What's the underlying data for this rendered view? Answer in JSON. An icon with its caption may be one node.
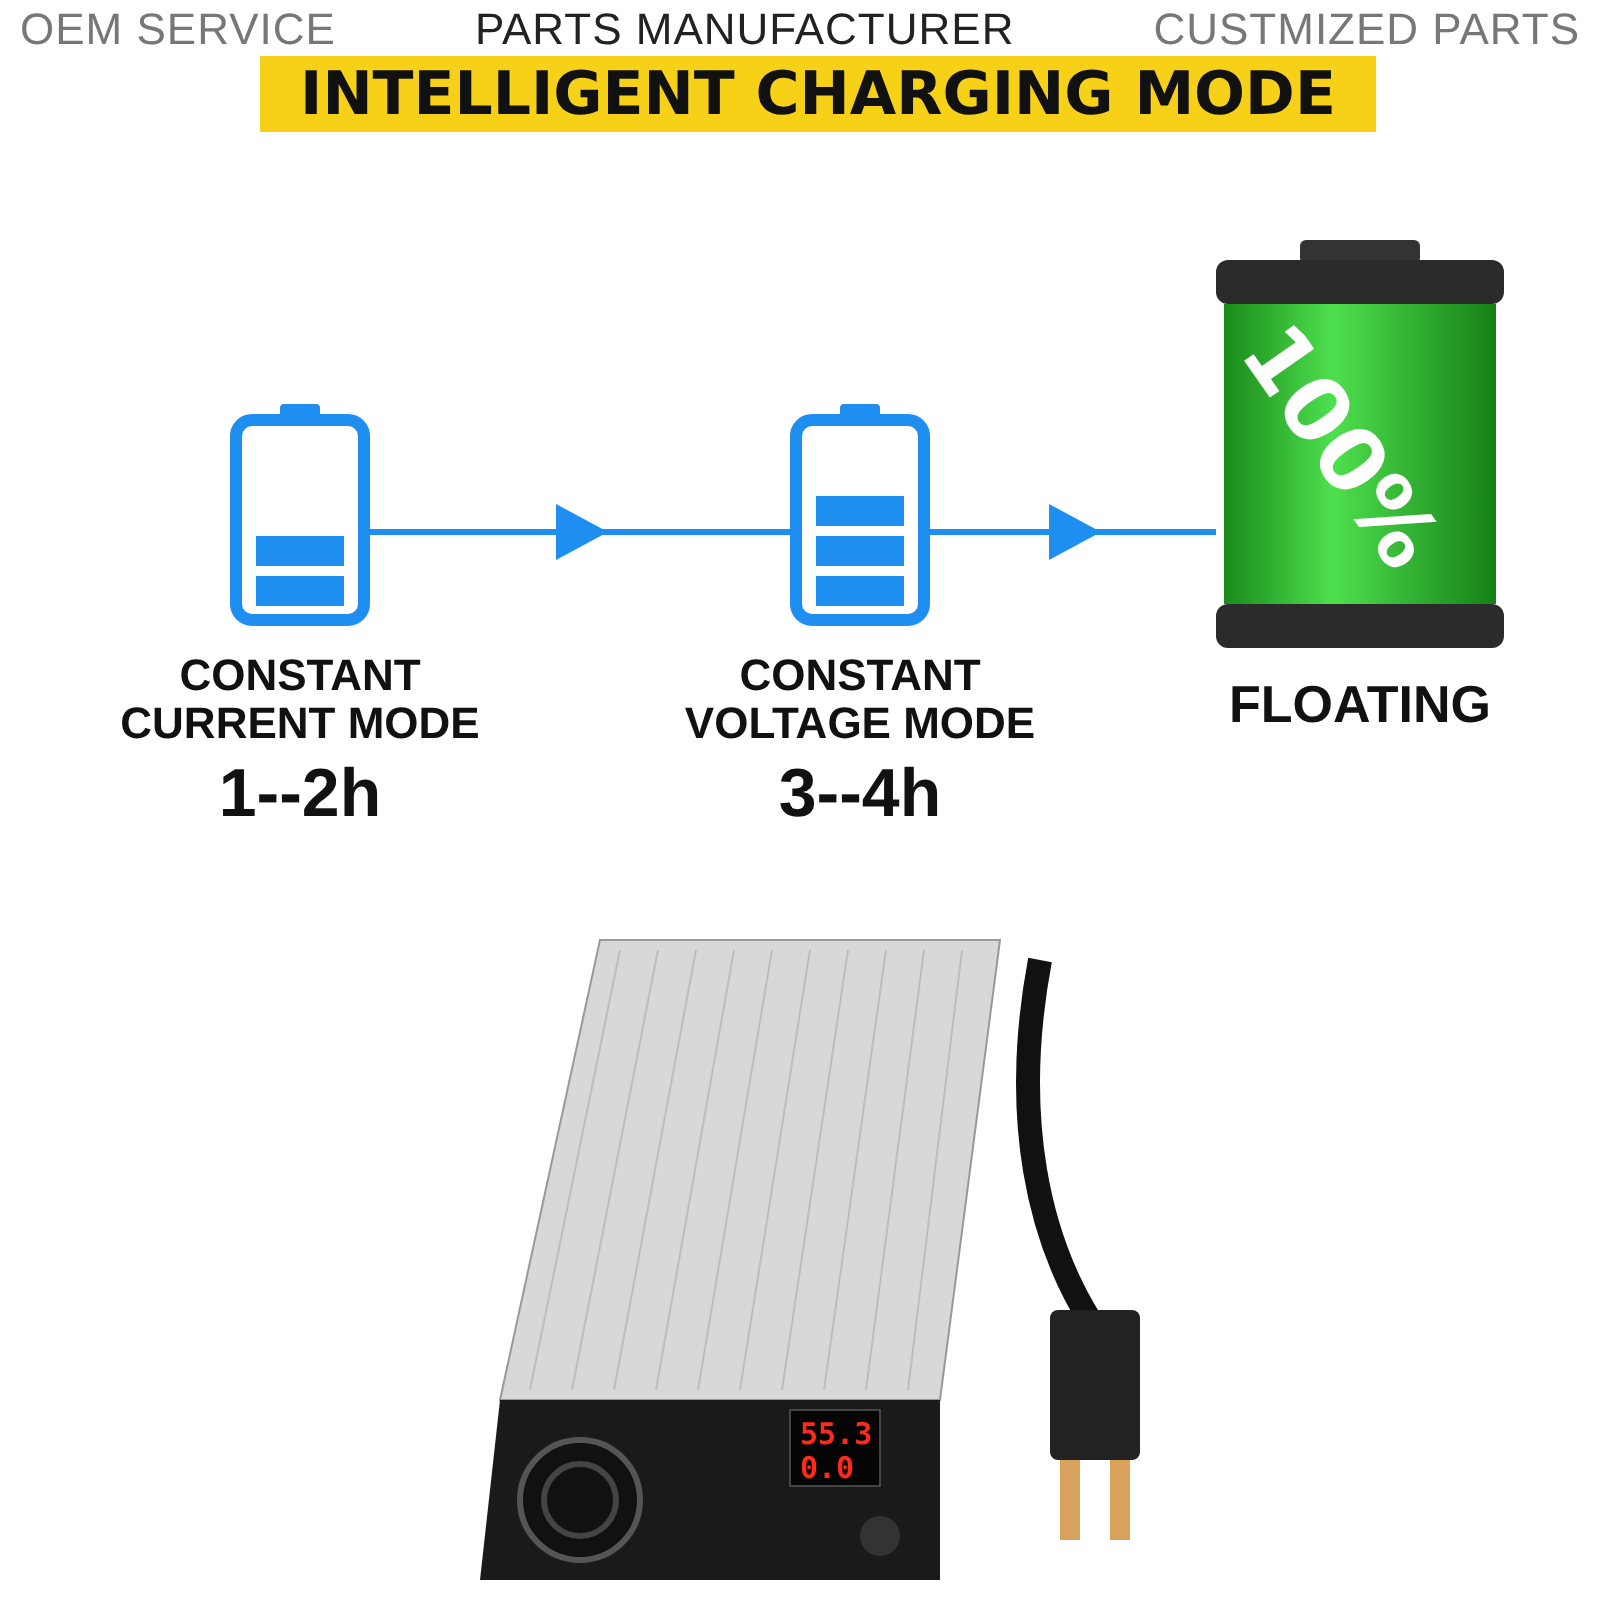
{
  "diagram": {
    "title": "INTELLIGENT CHARGING MODE",
    "nodes": [
      {
        "text": [
          "CONSTANT CURRENT MODE"
        ],
        "beside": [
          "1--2h"
        ]
      },
      {
        "text": [
          "CONSTANT VOLTAGE MODE"
        ],
        "beside": [
          "3--4h"
        ]
      },
      {
        "text": [
          "100%",
          "FLOATING"
        ]
      }
    ],
    "edges": [
      {
        "from": 0,
        "to": 1,
        "arrow": "to"
      },
      {
        "from": 1,
        "to": 2,
        "arrow": "to"
      }
    ],
    "labels": [
      "OEM SERVICE",
      "PARTS MANUFACTURER",
      "CUSTMIZED PARTS",
      "55.3",
      "0.0"
    ]
  }
}
